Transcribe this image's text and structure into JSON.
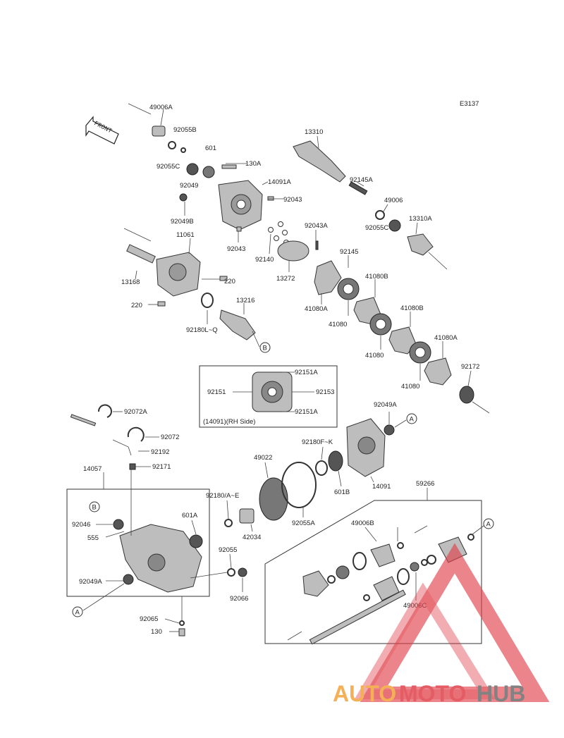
{
  "diagram_code": "E3137",
  "front_label": "FRONT",
  "inset": {
    "caption": "(14091)(RH Side)"
  },
  "markers": {
    "a": "A",
    "b": "B"
  },
  "callouts": {
    "c49006A": "49006A",
    "c92055B": "92055B",
    "c92055C_top": "92055C",
    "c601": "601",
    "c130A": "130A",
    "c92049": "92049",
    "c14091A": "14091A",
    "c92043_right": "92043",
    "c92049B": "92049B",
    "c92043_bottom": "92043",
    "c11061": "11061",
    "c13168": "13168",
    "c220_right": "220",
    "c220_left": "220",
    "c13216": "13216",
    "c92180LQ": "92180L~Q",
    "c13310": "13310",
    "c92145A": "92145A",
    "c49006": "49006",
    "c92055C_mid": "92055C",
    "c13310A": "13310A",
    "c92043A": "92043A",
    "c92140": "92140",
    "c13272": "13272",
    "c92145": "92145",
    "c41080A_1": "41080A",
    "c41080B_1": "41080B",
    "c41080_1": "41080",
    "c41080B_2": "41080B",
    "c41080_2": "41080",
    "c41080A_2": "41080A",
    "c41080_3": "41080",
    "c92172": "92172",
    "c92151A_top": "92151A",
    "c92151": "92151",
    "c92153": "92153",
    "c92151A_bottom": "92151A",
    "c92072A": "92072A",
    "c92072": "92072",
    "c92192": "92192",
    "c92171": "92171",
    "c14057": "14057",
    "c92046": "92046",
    "c555": "555",
    "c92049A_left": "92049A",
    "c92065": "92065",
    "c130": "130",
    "c601A": "601A",
    "c92180AE": "92180/A~E",
    "c92055": "92055",
    "c92066": "92066",
    "c42034": "42034",
    "c49022": "49022",
    "c92055A": "92055A",
    "c92180FK": "92180F~K",
    "c601B": "601B",
    "c14091": "14091",
    "c92049A_right": "92049A",
    "c59266": "59266",
    "c49006B": "49006B",
    "c49006C": "49006C"
  },
  "watermark": {
    "part1": "AUTO",
    "part2": "MOTO",
    "part3": "HUB"
  },
  "colors": {
    "logo_orange": "#f2a33a",
    "logo_red": "#e0404a",
    "logo_gray": "#6d6d6d"
  }
}
